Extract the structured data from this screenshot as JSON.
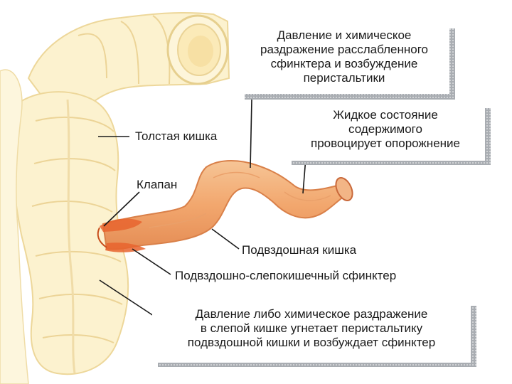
{
  "labels": {
    "colon": "Толстая кишка",
    "valve": "Клапан",
    "ileum": "Подвздошная кишка",
    "sphincter": "Подвздошно-слепокишечный сфинктер"
  },
  "boxes": {
    "top": {
      "lines": [
        "Давление и химическое",
        "раздражение расслабленного",
        "сфинктера и возбуждение",
        "перистальтики"
      ]
    },
    "middle": {
      "lines": [
        "Жидкое состояние",
        "содержимого",
        "провоцирует опорожнение"
      ]
    },
    "bottom": {
      "lines": [
        "Давление либо химическое раздражение",
        "в слепой кишке угнетает перистальтику",
        "подвздошной кишки и возбуждает сфинктер"
      ]
    }
  },
  "colors": {
    "colon_fill": "#fbefc6",
    "colon_stroke": "#efd99a",
    "ileum_fill": "#f3b07a",
    "ileum_stroke": "#d97a45",
    "sphincter": "#e8642e",
    "box_shadow": "#a9adb2"
  }
}
